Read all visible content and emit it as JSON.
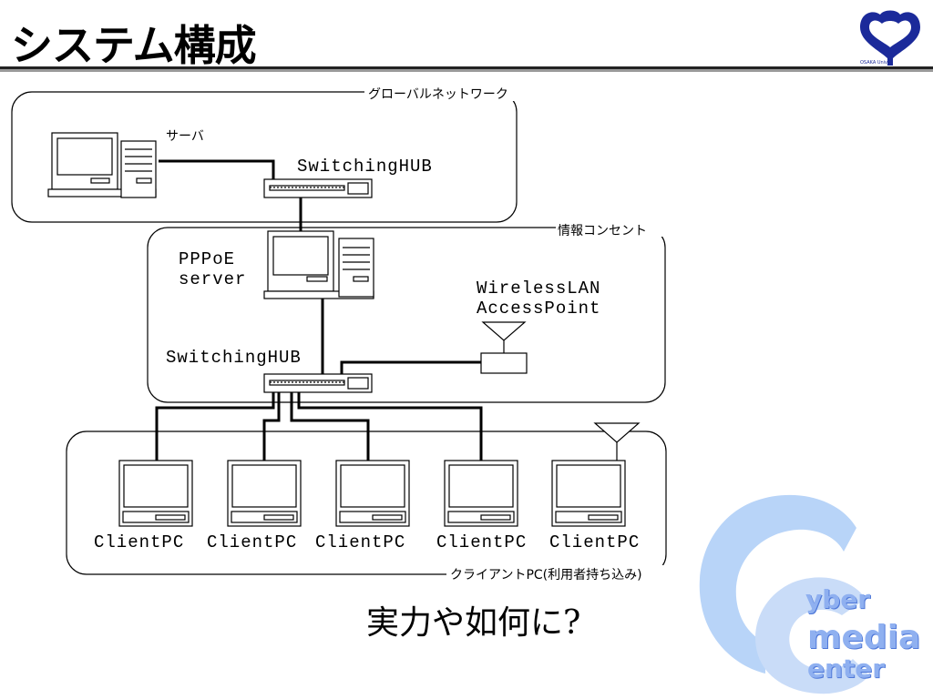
{
  "title": "システム構成",
  "logo": {
    "caption": "OSAKA Univ."
  },
  "zones": {
    "global": "グローバルネットワーク",
    "outlet": "情報コンセント",
    "client": "クライアントPC(利用者持ち込み)"
  },
  "labels": {
    "server": "サーバ",
    "switch_top": "SwitchingHUB",
    "pppoe_line1": "PPPoE",
    "pppoe_line2": "server",
    "wireless_line1": "WirelessLAN",
    "wireless_line2": "AccessPoint",
    "switch_mid": "SwitchingHUB"
  },
  "clients": [
    {
      "label": "ClientPC"
    },
    {
      "label": "ClientPC"
    },
    {
      "label": "ClientPC"
    },
    {
      "label": "ClientPC"
    },
    {
      "label": "ClientPC"
    }
  ],
  "bottom_text": "実力や如何に?",
  "cmc_logo": {
    "line1": "yber",
    "line2": "media",
    "line3": "enter"
  },
  "colors": {
    "logo_blue": "#1b2a9a",
    "cmc_light": "#b8d4f8",
    "cmc_text": "#8fb0f0"
  }
}
